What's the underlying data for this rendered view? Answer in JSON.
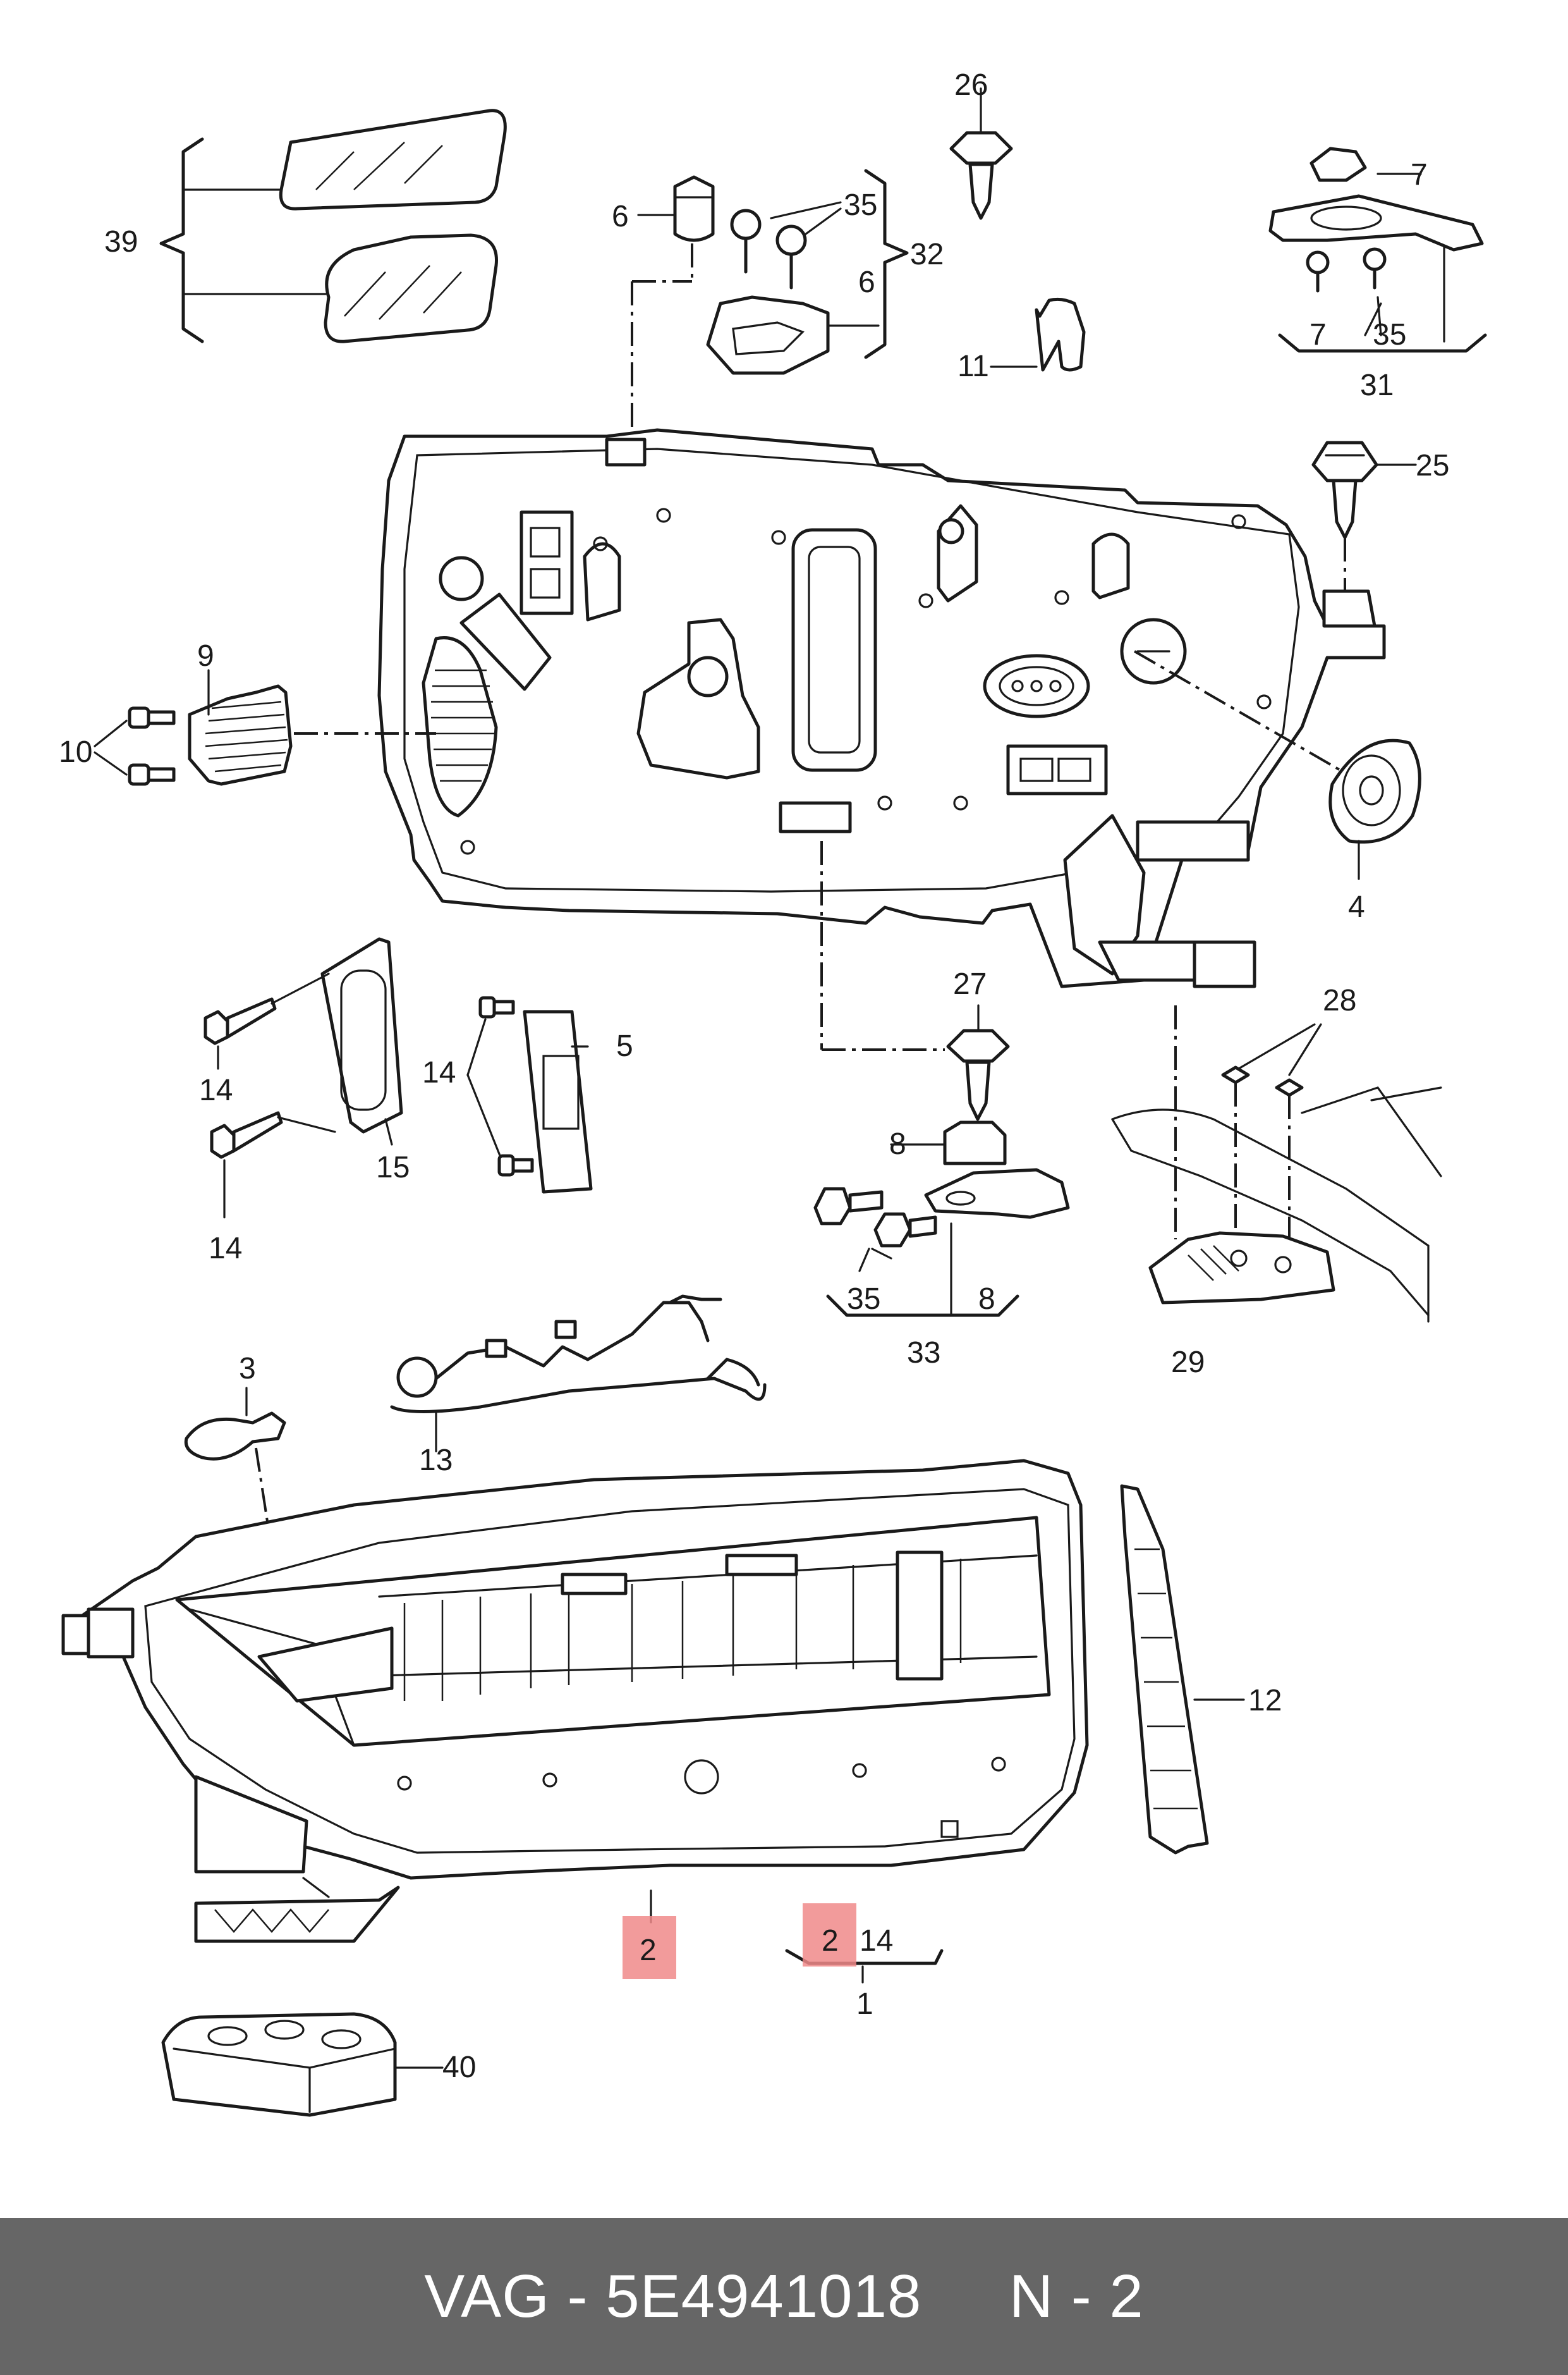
{
  "diagram": {
    "labels": {
      "l1": "1",
      "l2": "2",
      "l2b": "2",
      "l14_main": "14",
      "l3": "3",
      "l4": "4",
      "l5": "5",
      "l6a": "6",
      "l6b": "6",
      "l7a": "7",
      "l7b": "7",
      "l8a": "8",
      "l8b": "8",
      "l9": "9",
      "l10": "10",
      "l11": "11",
      "l12": "12",
      "l13": "13",
      "l14a": "14",
      "l14b": "14",
      "l14c": "14",
      "l15": "15",
      "l25": "25",
      "l26": "26",
      "l27": "27",
      "l28": "28",
      "l29": "29",
      "l31": "31",
      "l32": "32",
      "l33": "33",
      "l35a": "35",
      "l35b": "35",
      "l35c": "35",
      "l39": "39",
      "l40": "40"
    },
    "highlight_color": "#f08a8a"
  },
  "footer": {
    "text": "VAG - 5E4941018     N - 2",
    "background": "#666666",
    "color": "#ffffff"
  }
}
